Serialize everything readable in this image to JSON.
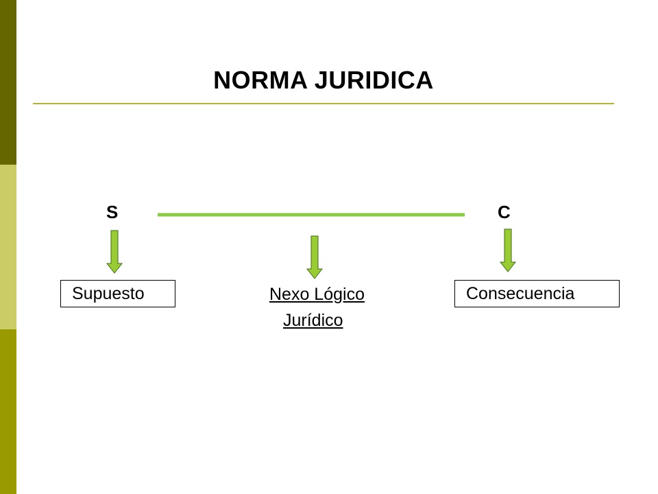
{
  "title": "NORMA JURIDICA",
  "letters": {
    "s": "S",
    "c": "C"
  },
  "boxes": {
    "left": "Supuesto",
    "right": "Consecuencia"
  },
  "center": {
    "line1": "Nexo Lógico",
    "line2": "Jurídico"
  },
  "colors": {
    "bar_dark": "#666600",
    "bar_light": "#cccc66",
    "bar_mid": "#999900",
    "rule": "#b2b233",
    "arrow_fill": "#99cc33",
    "arrow_line": "#88cc44",
    "arrow_stroke": "#3d6b1a"
  }
}
